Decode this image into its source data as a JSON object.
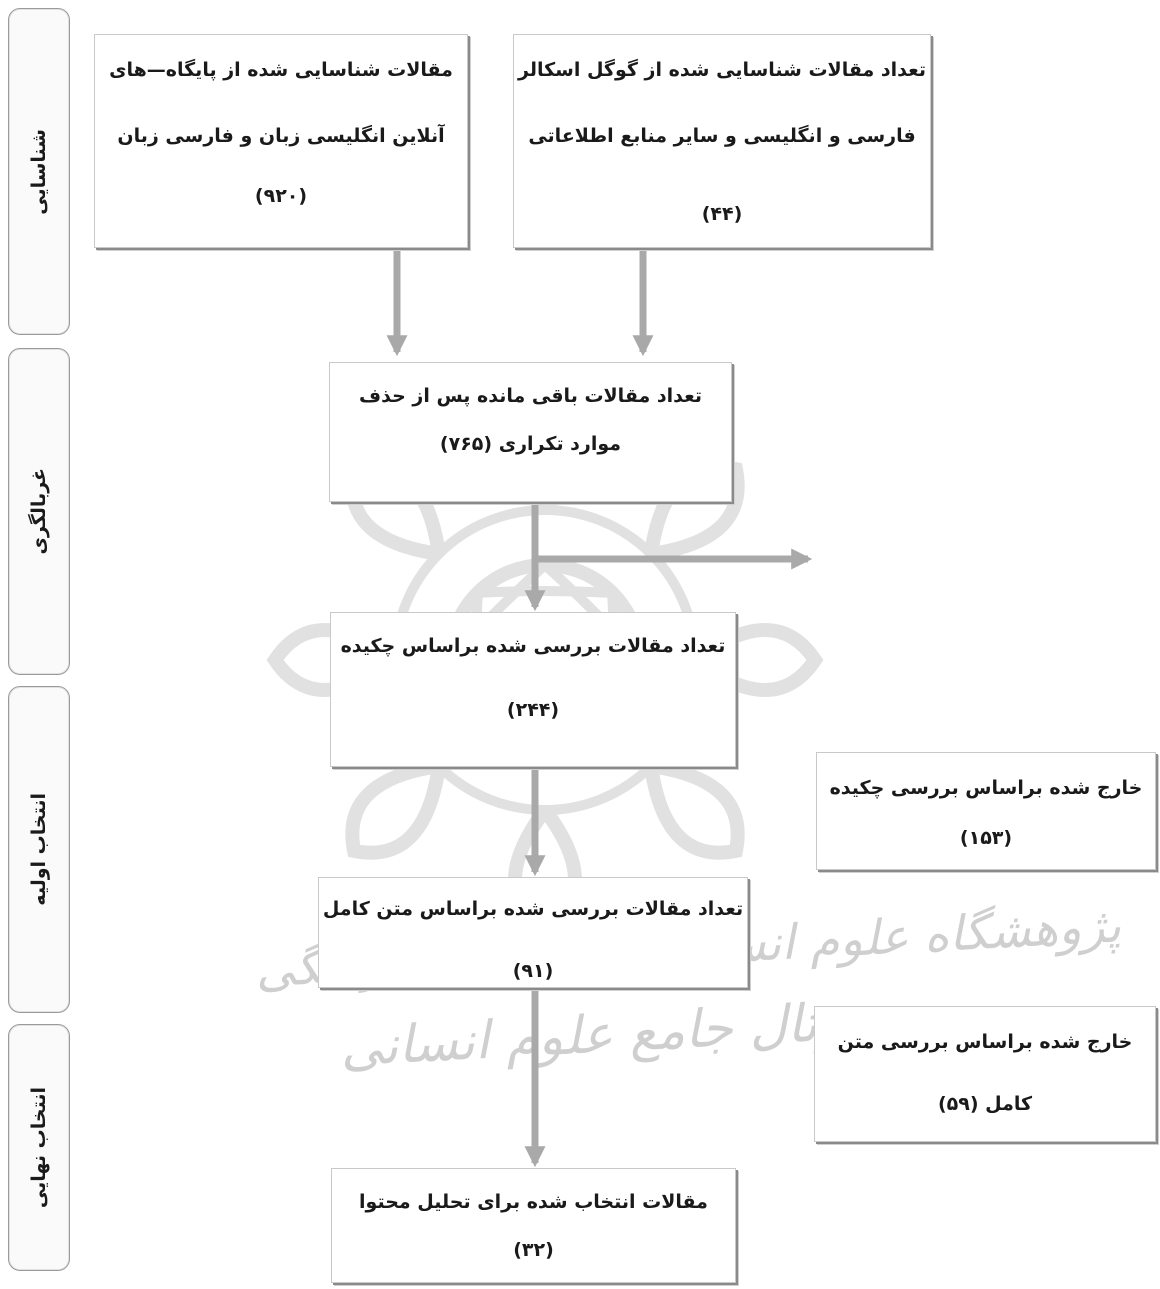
{
  "stages": [
    {
      "id": "identification",
      "label": "شناسایی"
    },
    {
      "id": "screening",
      "label": "غربالگری"
    },
    {
      "id": "initial_selection",
      "label": "انتخاب اولیه"
    },
    {
      "id": "final_selection",
      "label": "انتخاب نهایی"
    }
  ],
  "boxes": {
    "databases": {
      "line1": "مقالات شناسایی شده از پایگاه—های",
      "line2": "آنلاین انگلیسی زبان و فارسی زبان",
      "count": "(۹۲۰)"
    },
    "scholar": {
      "line1": "تعداد مقالات شناسایی شده از گوگل اسکالر",
      "line2": "فارسی و انگلیسی و سایر منابع اطلاعاتی",
      "count": "(۴۴)"
    },
    "after_duplicates": {
      "line1": "تعداد مقالات باقی مانده پس از حذف",
      "line2": "موارد تکراری (۷۶۵)"
    },
    "abstract_reviewed": {
      "line1": "تعداد مقالات بررسی شده براساس چکیده",
      "count": "(۲۴۴)"
    },
    "fulltext_reviewed": {
      "line1": "تعداد مقالات بررسی شده براساس متن کامل",
      "count": "(۹۱)"
    },
    "content_analysis": {
      "line1": "مقالات انتخاب شده برای تحلیل محتوا",
      "count": "(۳۲)"
    },
    "excluded_abstract": {
      "line1": "خارج شده براساس بررسی چکیده",
      "count": "(۱۵۳)"
    },
    "excluded_fulltext": {
      "line1": "خارج شده براساس بررسی متن",
      "line2": "کامل (۵۹)"
    }
  },
  "watermark": {
    "line1": "پژوهشگاه علوم انسانی و مطالعات فرهنگی",
    "line2": "پرتال جامع علوم انسانی"
  },
  "colors": {
    "arrow": "#a9a9a9",
    "box_border": "#c9c9c9",
    "box_shadow": "#8a8a8a",
    "stage_border": "#9a9a9a",
    "watermark": "#d4d4d4"
  }
}
